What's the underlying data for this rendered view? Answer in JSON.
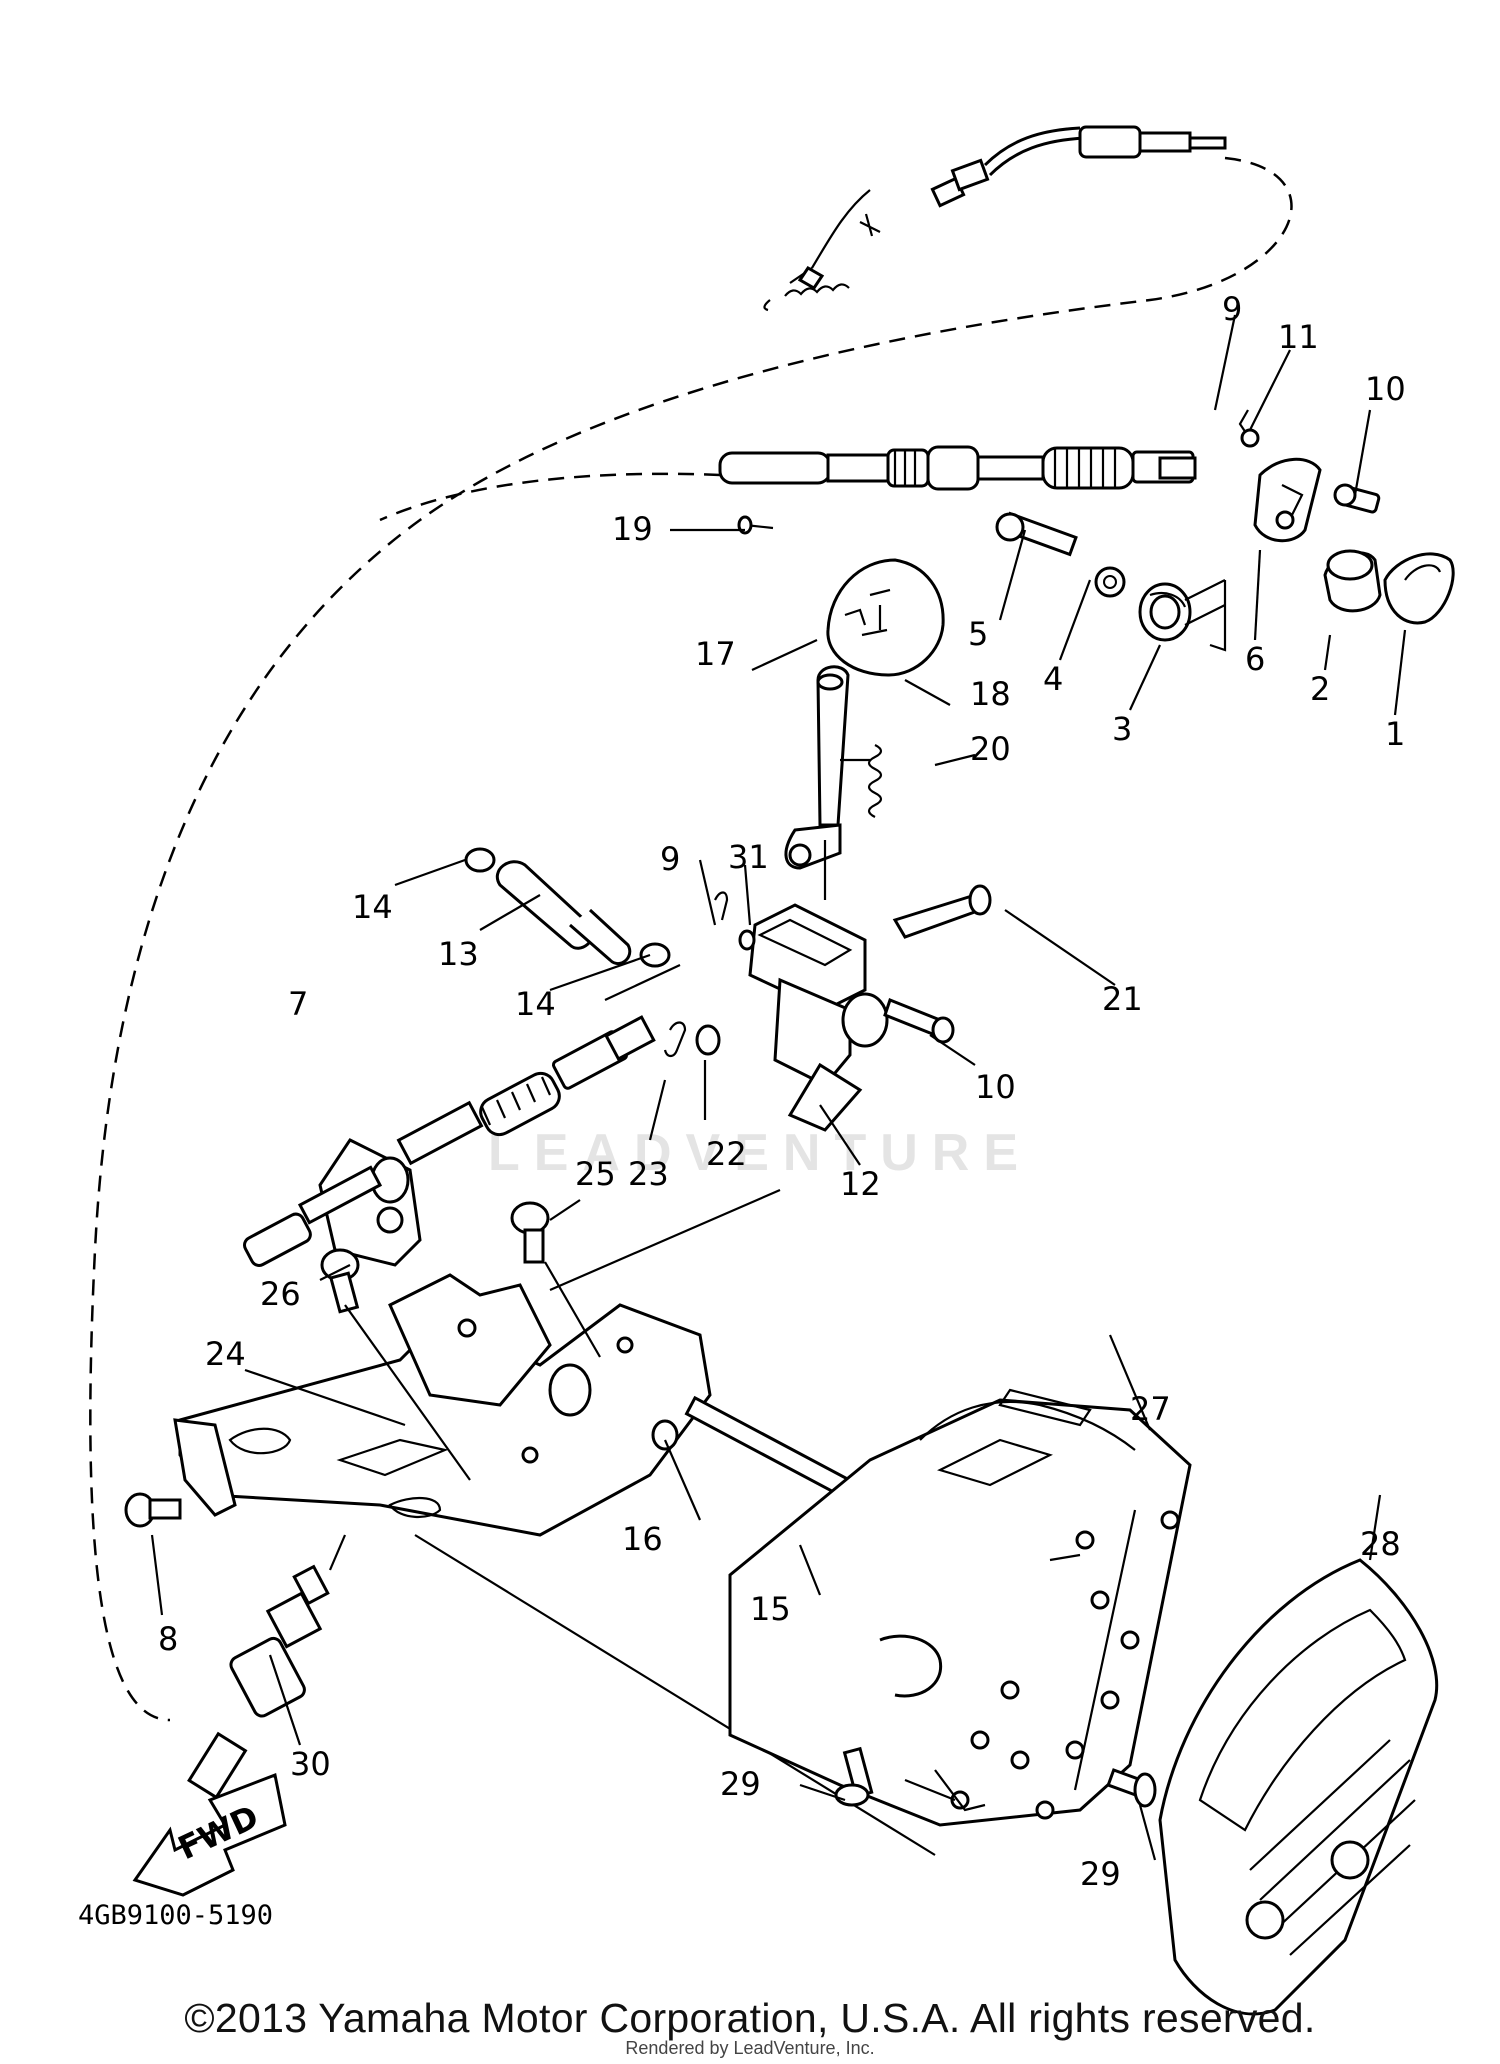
{
  "diagram": {
    "drawing_code": "4GB9100-5190",
    "fwd_label": "FWD",
    "watermark": "LEADVENTURE",
    "copyright": "©2013 Yamaha Motor Corporation, U.S.A. All rights reserved.",
    "rendered_by": "Rendered by LeadVenture, Inc.",
    "callouts": [
      "1",
      "2",
      "3",
      "4",
      "5",
      "6",
      "7",
      "8",
      "9",
      "9",
      "10",
      "10",
      "11",
      "12",
      "13",
      "14",
      "14",
      "15",
      "16",
      "17",
      "18",
      "19",
      "20",
      "21",
      "22",
      "23",
      "24",
      "25",
      "26",
      "27",
      "28",
      "29",
      "29",
      "30",
      "31"
    ]
  }
}
